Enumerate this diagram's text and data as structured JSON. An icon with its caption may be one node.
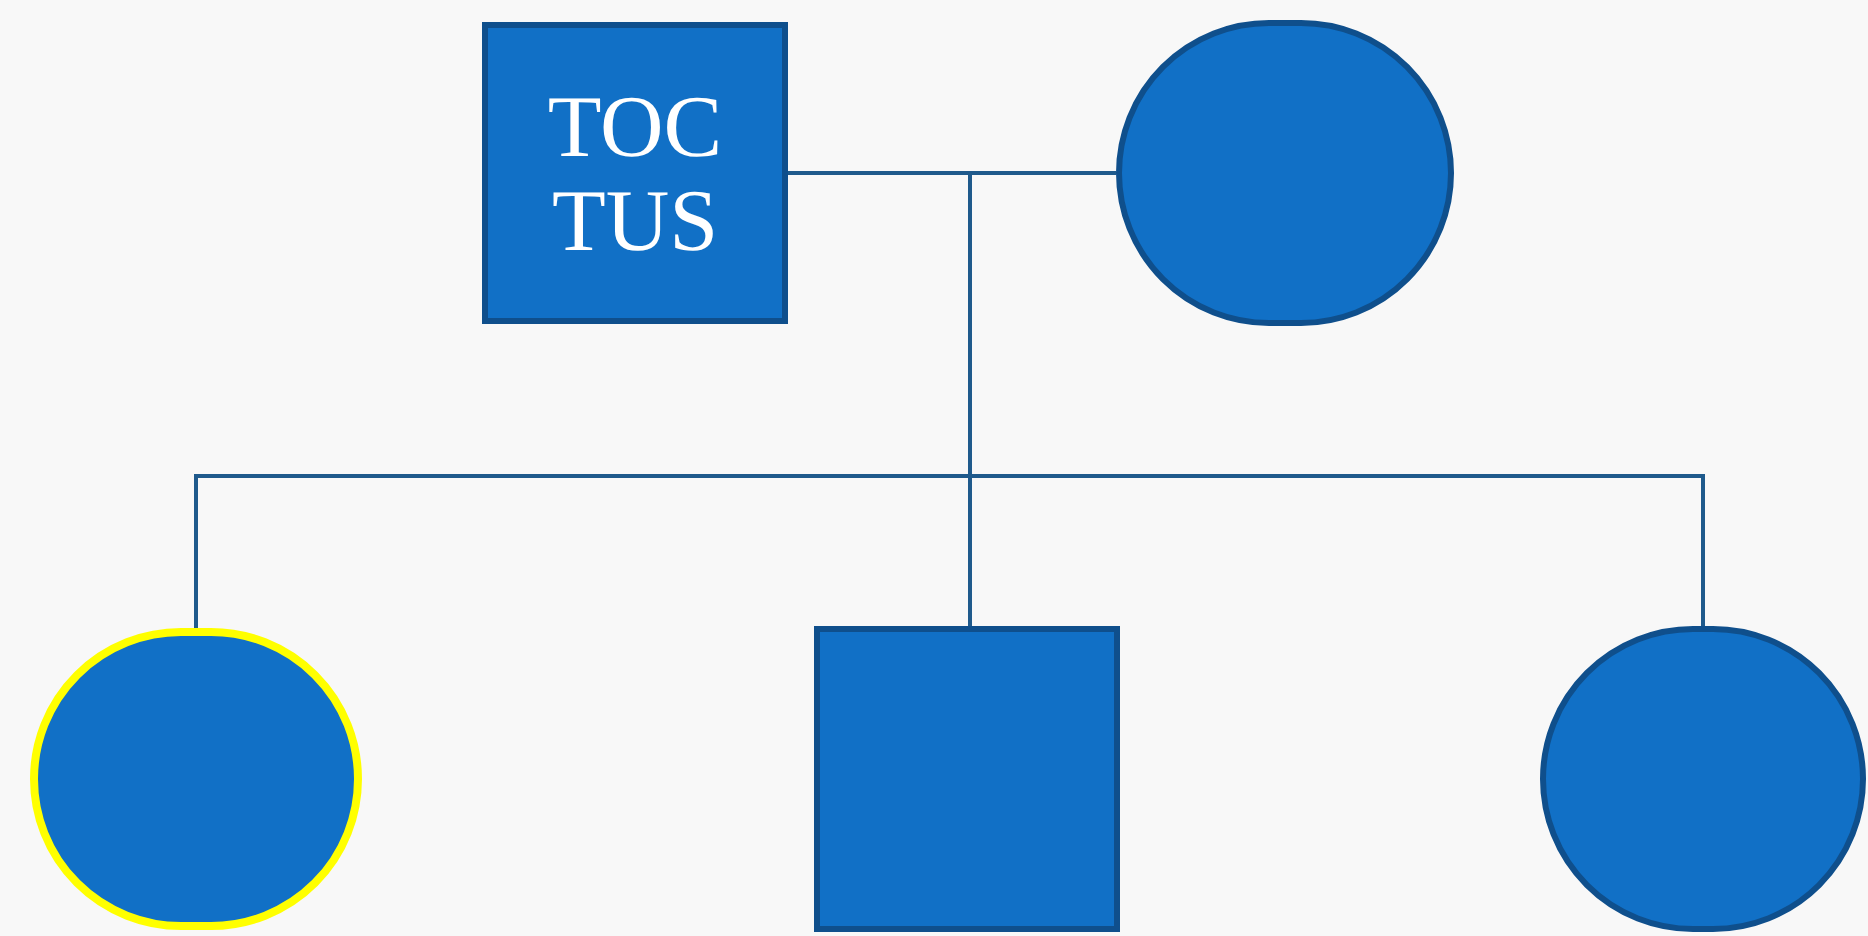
{
  "diagram": {
    "nodes": [
      {
        "text": [
          "TOC TUS"
        ]
      },
      {
        "text": [],
        "shape": "circle"
      },
      {
        "text": [],
        "shape": "circle"
      },
      {
        "text": [],
        "shape": "box"
      },
      {
        "text": [],
        "shape": "circle"
      }
    ],
    "edges": [
      {
        "from": 0,
        "to": 1,
        "arrow": "none"
      },
      {
        "from": 0,
        "to": 2,
        "arrow": "none"
      },
      {
        "from": 0,
        "to": 3,
        "arrow": "none"
      },
      {
        "from": 0,
        "to": 4,
        "arrow": "none"
      }
    ]
  }
}
